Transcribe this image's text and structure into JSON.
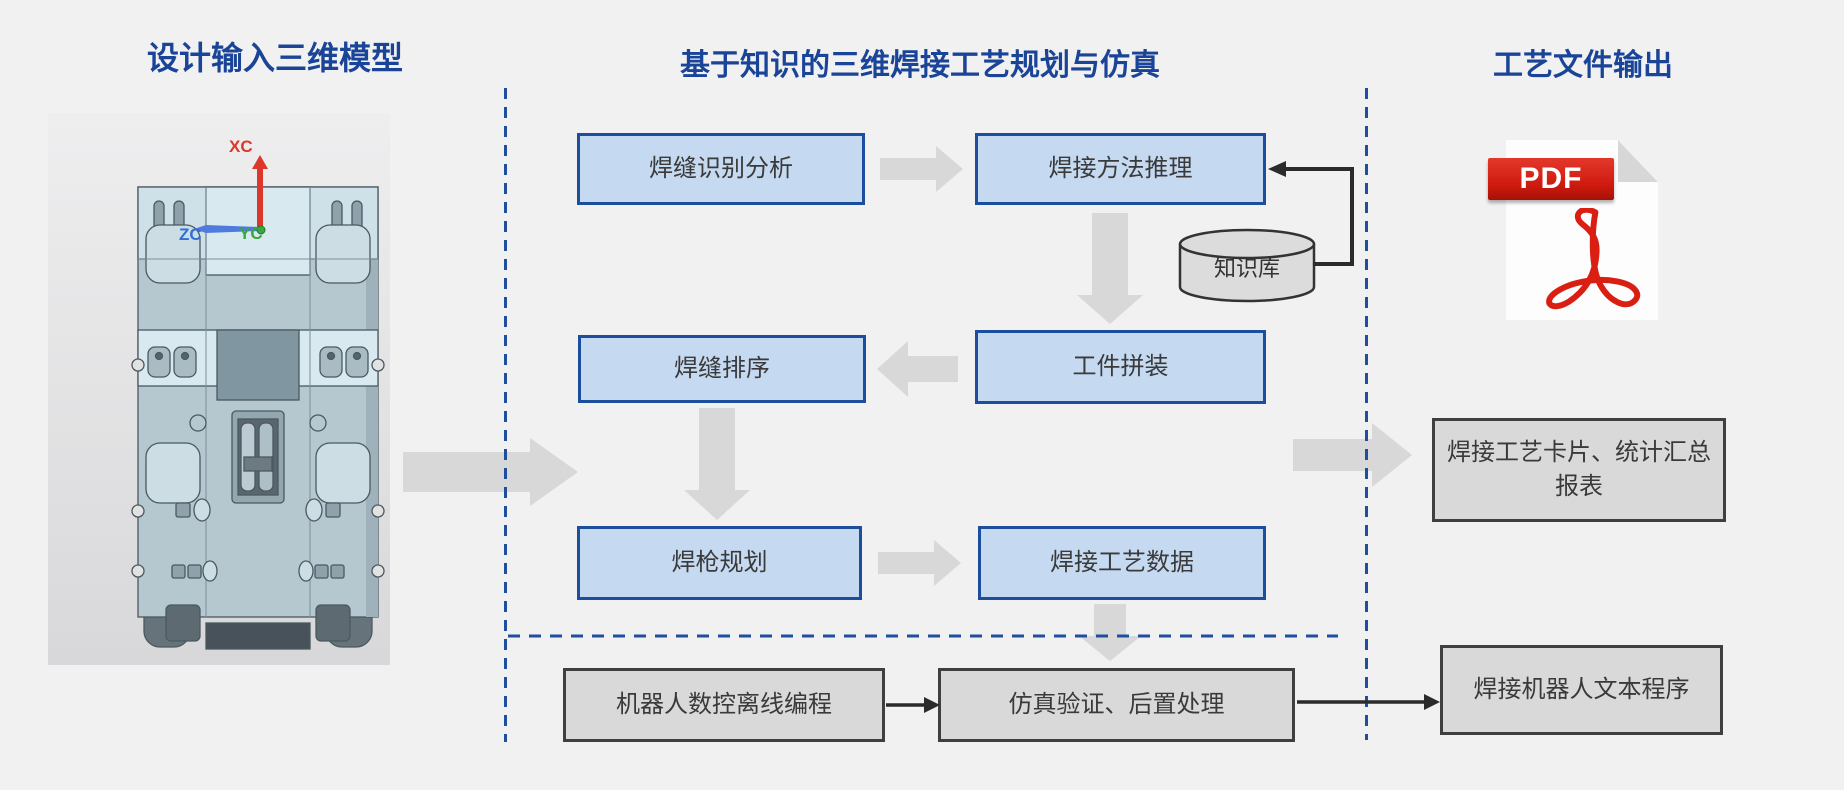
{
  "titles": {
    "left": "设计输入三维模型",
    "middle": "基于知识的三维焊接工艺规划与仿真",
    "right": "工艺文件输出"
  },
  "model_viewer": {
    "description": "3D CAD model of welded track-frame workpiece, top view",
    "axis_labels": {
      "x": "XC",
      "y": "YC",
      "z": "ZC"
    },
    "axis_colors": {
      "x": "#dd372b",
      "y": "#39a73e",
      "z": "#2f6fd8"
    }
  },
  "flowchart": {
    "planning_boxes": [
      {
        "id": "seam-recognition",
        "label": "焊缝识别分析"
      },
      {
        "id": "method-reasoning",
        "label": "焊接方法推理"
      },
      {
        "id": "seam-sequencing",
        "label": "焊缝排序"
      },
      {
        "id": "workpiece-assembly",
        "label": "工件拼装"
      },
      {
        "id": "torch-planning",
        "label": "焊枪规划"
      },
      {
        "id": "process-data",
        "label": "焊接工艺数据"
      }
    ],
    "knowledge_base": {
      "label": "知识库"
    },
    "simulation_boxes": [
      {
        "id": "offline-programming",
        "label": "机器人数控离线编程"
      },
      {
        "id": "simulation-postprocess",
        "label": "仿真验证、后置处理"
      }
    ]
  },
  "outputs": {
    "pdf_label": "PDF",
    "report_box": "焊接工艺卡片、统计汇总报表",
    "robot_program_box": "焊接机器人文本程序"
  },
  "colors": {
    "background": "#f1f1f2",
    "title_blue": "#1a4497",
    "box_blue_fill": "#c5d9f1",
    "box_blue_border": "#1d4e9e",
    "box_grey_fill": "#d9d9d9",
    "box_grey_border": "#3f3f3f",
    "block_arrow_grey": "#d8d8d8",
    "dashed_line_blue": "#1f4e9c",
    "connector_black": "#2b2b2b",
    "pdf_red": "#cf1a0e"
  }
}
